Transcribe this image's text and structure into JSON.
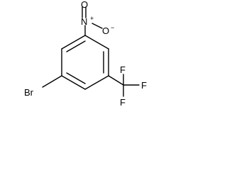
{
  "molecule": {
    "atoms": {
      "br": "Br",
      "n": "N",
      "n_charge": "+",
      "o_top": "O",
      "o_right": "O",
      "o_right_charge": "−",
      "f_top": "F",
      "f_right": "F",
      "f_bottom": "F"
    },
    "colors": {
      "line": "#000000",
      "text": "#000000",
      "background": "#ffffff"
    }
  }
}
